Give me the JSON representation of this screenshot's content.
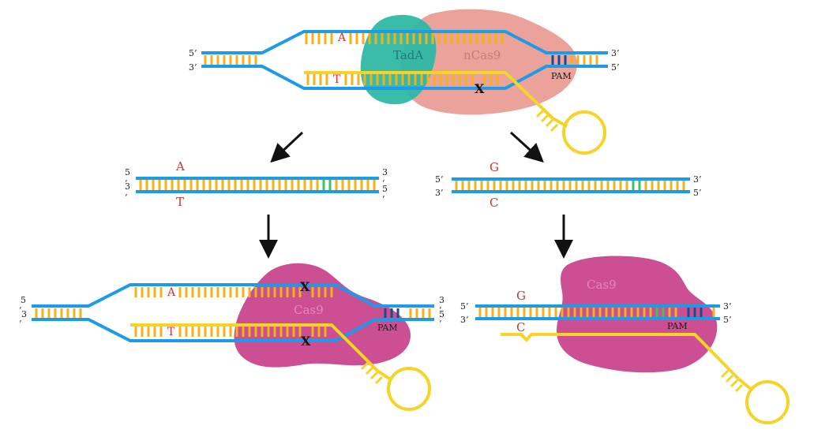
{
  "colors": {
    "strand": "#1e9be6",
    "rung": "#f2b21a",
    "pam_rung": "#1d4a8a",
    "edited_rung": "#3cc45a",
    "guide_rna": "#f5d327",
    "tadA": "#2fb8a6",
    "ncas9": "#e99a93",
    "cas9": "#cb4f92",
    "nucleotide_label": "#e0302a",
    "arrow": "#111111"
  },
  "panels": {
    "top": {
      "protein_1": "TadA",
      "protein_2": "nCas9",
      "base_top": "A",
      "base_bottom": "T",
      "pam": "PAM",
      "nick_mark": "X",
      "left_top_end": "5’",
      "left_bottom_end": "3’",
      "right_top_end": "3’",
      "right_bottom_end": "5’"
    },
    "middle_left": {
      "base_top": "A",
      "base_bottom": "T",
      "left_top_end": "5",
      "left_top_tick": "’",
      "left_bottom_end": "3",
      "left_bottom_tick": "’",
      "right_top_end": "3",
      "right_top_tick": "’",
      "right_bottom_end": "5",
      "right_bottom_tick": "’"
    },
    "middle_right": {
      "base_top": "G",
      "base_bottom": "C",
      "left_top_end": "5’",
      "left_bottom_end": "3’",
      "right_top_end": "3’",
      "right_bottom_end": "5’"
    },
    "bottom_left": {
      "protein": "Cas9",
      "base_top": "A",
      "base_bottom": "T",
      "pam": "PAM",
      "cut_mark_top": "X",
      "cut_mark_bottom": "X",
      "left_top_end": "5",
      "left_top_tick": "’",
      "left_bottom_end": "3",
      "left_bottom_tick": "’",
      "right_top_end": "3",
      "right_top_tick": "’",
      "right_bottom_end": "5",
      "right_bottom_tick": "’"
    },
    "bottom_right": {
      "protein": "Cas9",
      "base_top": "G",
      "base_bottom": "C",
      "pam": "PAM",
      "left_top_end": "5’",
      "left_bottom_end": "3’",
      "right_top_end": "3’",
      "right_bottom_end": "5’"
    }
  }
}
